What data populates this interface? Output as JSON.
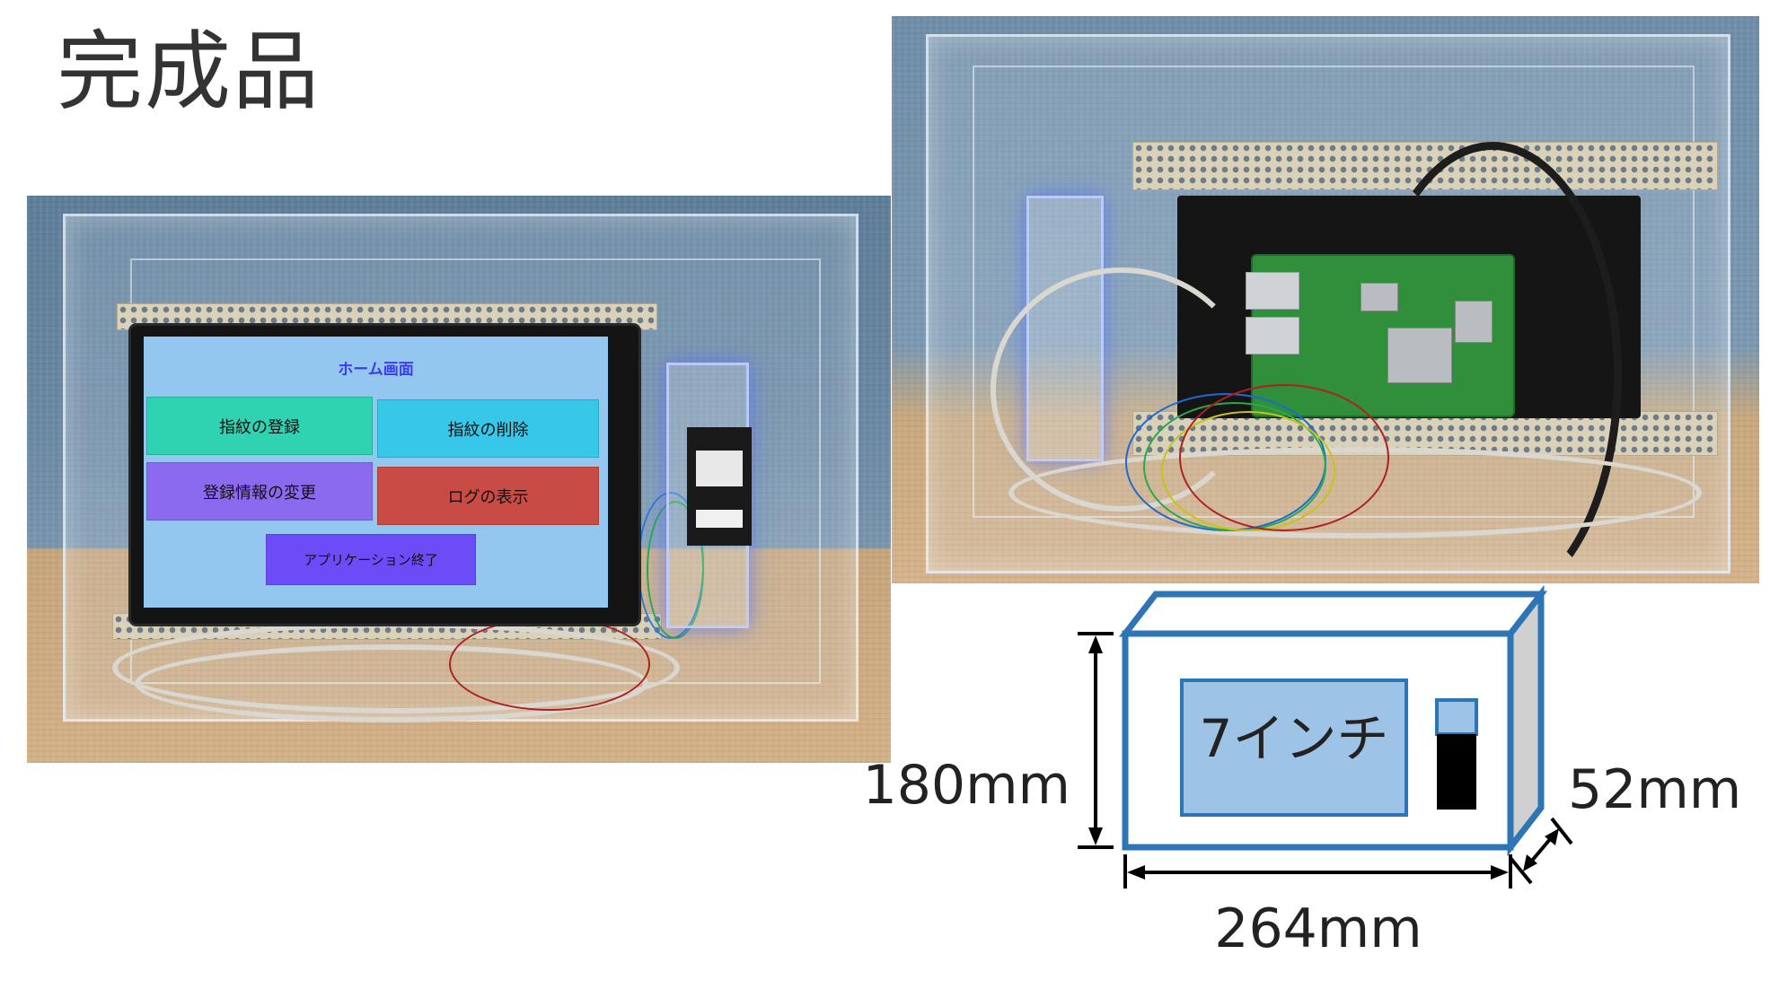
{
  "slide": {
    "title": "完成品"
  },
  "front_photo": {
    "screen": {
      "title": "ホーム画面",
      "buttons": [
        {
          "label": "指紋の登録",
          "color": "#2fd3b1"
        },
        {
          "label": "指紋の削除",
          "color": "#36c7e9"
        },
        {
          "label": "登録情報の変更",
          "color": "#8b6af0"
        },
        {
          "label": "ログの表示",
          "color": "#c94b45"
        },
        {
          "label": "アプリケーション終了",
          "color": "#6b4cf6"
        }
      ],
      "background_color": "#93c7ef"
    }
  },
  "diagram": {
    "screen_label": "7インチ",
    "height_label": "180mm",
    "width_label": "264mm",
    "depth_label": "52mm",
    "colors": {
      "outline": "#2e75b6",
      "screen_fill": "#9dc3e6",
      "side_fill": "#d0d0d0",
      "sensor_dark": "#000000"
    }
  }
}
